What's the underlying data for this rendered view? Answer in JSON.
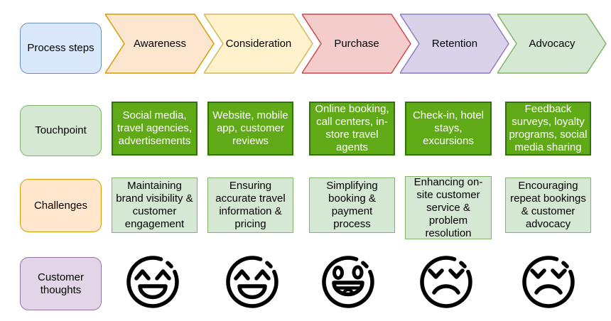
{
  "process_row": {
    "label": "Process steps",
    "stages": [
      "Awareness",
      "Consideration",
      "Purchase",
      "Retention",
      "Advocacy"
    ]
  },
  "touchpoint_row": {
    "label": "Touchpoint",
    "cells": [
      "Social media, travel agencies, advertisements",
      "Website, mobile app, customer reviews",
      "Online booking, call centers, in-store travel agents",
      "Check-in, hotel stays, excursions",
      "Feedback surveys, loyalty programs, social media sharing"
    ]
  },
  "challenges_row": {
    "label": "Challenges",
    "cells": [
      "Maintaining brand visibility & customer engagement",
      "Ensuring accurate travel information & pricing",
      "Simplifying booking & payment process",
      "Enhancing on-site customer service & problem resolution",
      "Encouraging repeat bookings & customer advocacy"
    ]
  },
  "thoughts_row": {
    "label": "Customer thoughts",
    "emotions": [
      "laughing",
      "laughing",
      "grinning",
      "sad",
      "sad"
    ]
  },
  "colors": {
    "process_label_fill": "#DAE8FC",
    "process_label_stroke": "#6C8EBF",
    "awareness_fill": "#FCE6CF",
    "awareness_stroke": "#D79B00",
    "consideration_fill": "#FFF2CC",
    "consideration_stroke": "#D6B656",
    "purchase_fill": "#F4CCCC",
    "purchase_stroke": "#C9494B",
    "retention_fill": "#D9D2E9",
    "retention_stroke": "#8E7CC3",
    "advocacy_fill": "#D5E8D4",
    "advocacy_stroke": "#82B366",
    "touchpoint_label_fill": "#D5E8D4",
    "touchpoint_label_stroke": "#82B366",
    "touchpoint_cell_fill": "#60A917",
    "touchpoint_cell_stroke": "#2D7600",
    "touchpoint_cell_text": "#FFFFFF",
    "challenges_label_fill": "#FFE6CC",
    "challenges_label_stroke": "#D79B00",
    "challenges_cell_fill": "#D5E8D4",
    "challenges_cell_stroke": "#82B366",
    "thoughts_label_fill": "#E1D5E7",
    "thoughts_label_stroke": "#9673A6",
    "face_stroke": "#000000"
  }
}
